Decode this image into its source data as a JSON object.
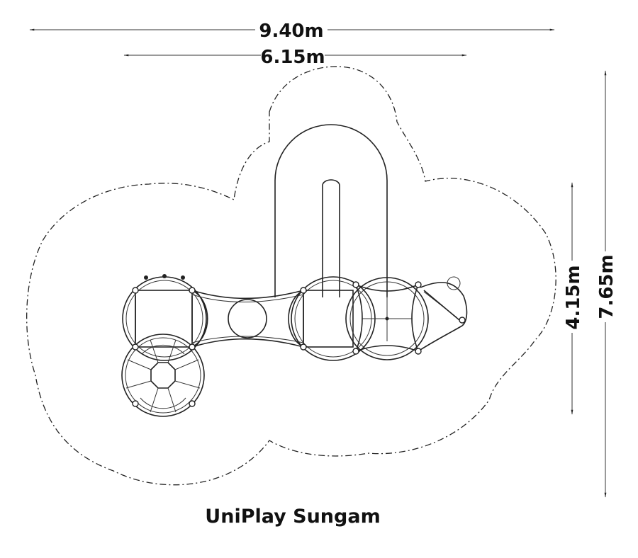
{
  "dimensions": {
    "overall_width": "9.40m",
    "platform_width": "6.15m",
    "platform_depth": "4.15m",
    "overall_depth": "7.65m"
  },
  "title": "UniPlay Sungam"
}
